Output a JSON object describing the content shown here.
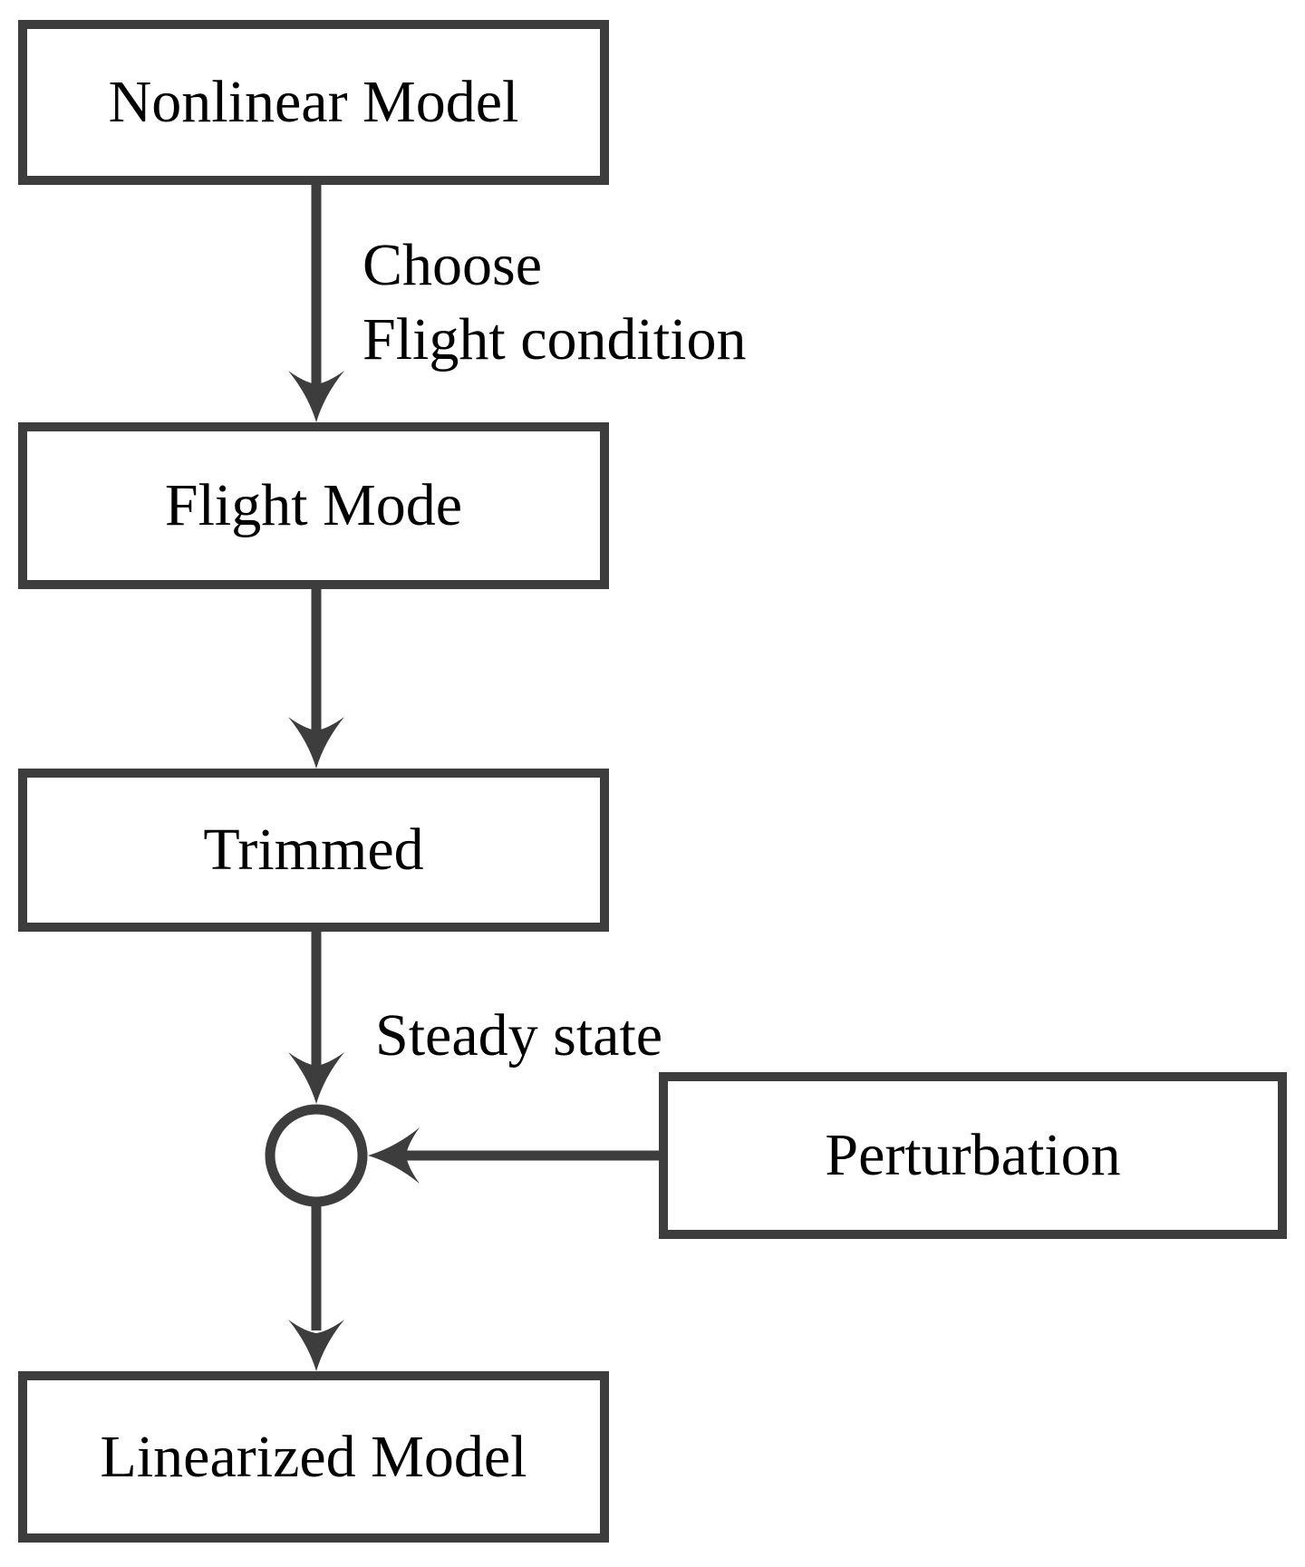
{
  "diagram": {
    "title": "Linearization flowchart",
    "nodes": {
      "nonlinear": {
        "label": "Nonlinear Model"
      },
      "flight_mode": {
        "label": "Flight Mode"
      },
      "trimmed": {
        "label": "Trimmed"
      },
      "perturbation": {
        "label": "Perturbation"
      },
      "linearized": {
        "label": "Linearized Model"
      }
    },
    "edge_labels": {
      "choose_line1": "Choose",
      "choose_line2": "Flight condition",
      "steady_state": "Steady state"
    },
    "colors": {
      "line": "#3d3d3d",
      "text": "#000000",
      "background": "#ffffff"
    }
  }
}
